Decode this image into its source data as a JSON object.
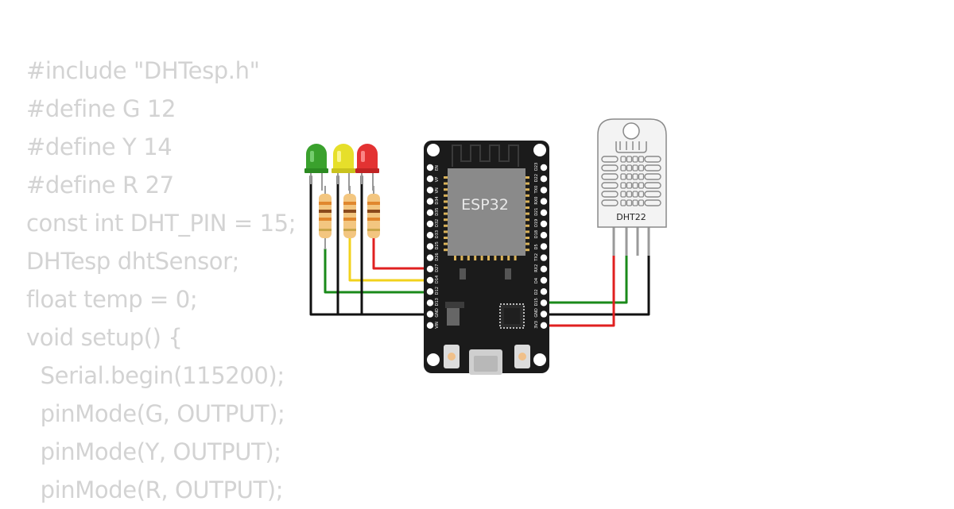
{
  "code_lines": [
    "#include \"DHTesp.h\"",
    "#define G 12",
    "#define Y 14",
    "#define R 27",
    "const int DHT_PIN = 15;",
    "DHTesp dhtSensor;",
    "float temp = 0;",
    "void setup() {",
    "  Serial.begin(115200);",
    "  pinMode(G, OUTPUT);",
    "  pinMode(Y, OUTPUT);",
    "  pinMode(R, OUTPUT);"
  ],
  "board": {
    "chip_label": "ESP32",
    "left_pins": [
      "EN",
      "VP",
      "VN",
      "D34",
      "D35",
      "D32",
      "D33",
      "D25",
      "D26",
      "D27",
      "D14",
      "D12",
      "D13",
      "GND",
      "VIN"
    ],
    "right_pins": [
      "D23",
      "D22",
      "TX0",
      "RX0",
      "D21",
      "D19",
      "D18",
      "D5",
      "TX2",
      "RX2",
      "D4",
      "D2",
      "D15",
      "GND",
      "3V3"
    ]
  },
  "sensor": {
    "label": "DHT22"
  },
  "leds": [
    {
      "color_name": "green",
      "color": "#3aa12d"
    },
    {
      "color_name": "yellow",
      "color": "#e6df2a"
    },
    {
      "color_name": "red",
      "color": "#e33232"
    }
  ],
  "wire_colors": {
    "red": "#e02020",
    "yellow": "#f2d21c",
    "green": "#1a8a1a",
    "black": "#111111"
  }
}
